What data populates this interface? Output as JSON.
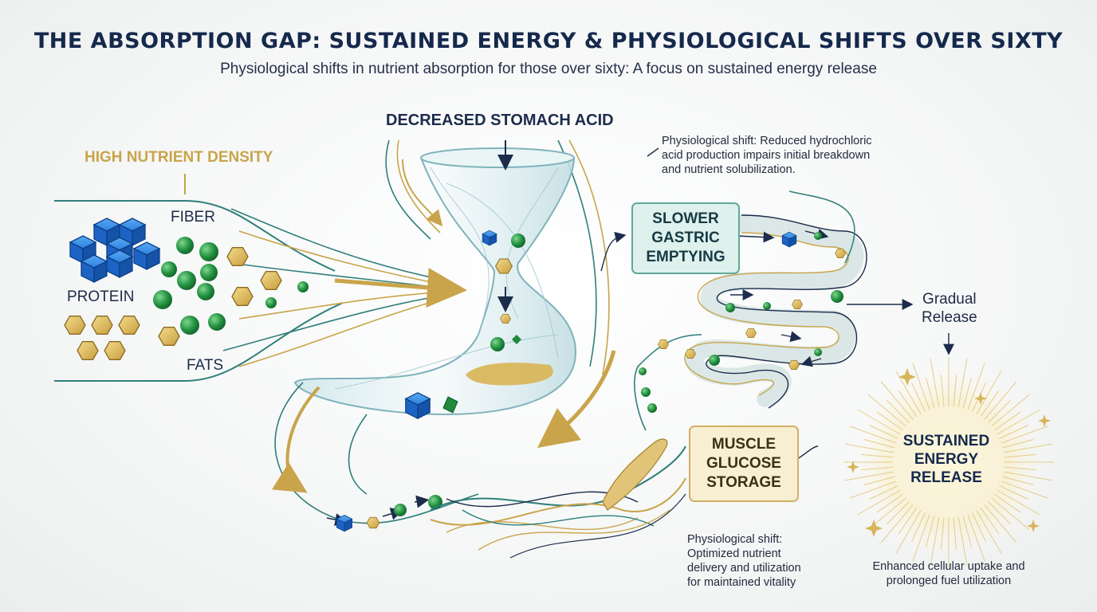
{
  "title": "THE ABSORPTION GAP: SUSTAINED ENERGY & PHYSIOLOGICAL SHIFTS OVER SIXTY",
  "subtitle": "Physiological shifts in nutrient absorption for those over sixty: A focus on sustained energy release",
  "inputs": {
    "heading": "HIGH NUTRIENT DENSITY",
    "fiber": "FIBER",
    "protein": "PROTEIN",
    "fats": "FATS"
  },
  "stomach": {
    "label": "DECREASED STOMACH ACID",
    "note": [
      "Physiological shift: Reduced hydrochloric",
      "acid production impairs initial breakdown",
      "and nutrient solubilization."
    ]
  },
  "gastric_box": [
    "SLOWER",
    "GASTRIC",
    "EMPTYING"
  ],
  "gradual_release": [
    "Gradual",
    "Release"
  ],
  "muscle_box": [
    "MUSCLE",
    "GLUCOSE",
    "STORAGE"
  ],
  "delivery_note": [
    "Physiological shift:",
    "Optimized nutrient",
    "delivery and utilization",
    "for maintained vitality"
  ],
  "energy": {
    "label": [
      "SUSTAINED",
      "ENERGY",
      "RELEASE"
    ],
    "note": [
      "Enhanced cellular uptake and",
      "prolonged fuel utilization"
    ]
  },
  "colors": {
    "navy": "#15294d",
    "gold": "#c9a44a",
    "teal": "#2f7f7a",
    "blue_cube": "#1f6fd1",
    "green_sphere": "#1f8a3c",
    "hexagon_gold": "#e3c46a"
  },
  "icons": [
    "blue-cube-icon",
    "green-sphere-icon",
    "gold-hexagon-icon",
    "stomach-hourglass-icon",
    "muscle-fiber-icon",
    "sunburst-icon"
  ]
}
